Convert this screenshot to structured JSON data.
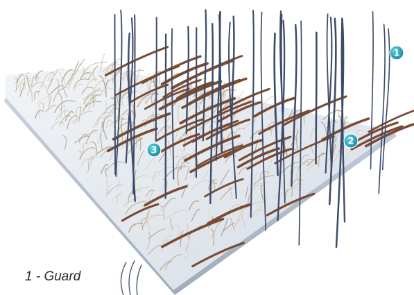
{
  "caption": "1 - Guard",
  "markers": [
    {
      "label": "1",
      "target": "guard-hair"
    },
    {
      "label": "2",
      "target": "awn-hair"
    },
    {
      "label": "3",
      "target": "down-hair"
    }
  ],
  "colors": {
    "background": "#ffffff",
    "skin": "#e4e9ef",
    "skin_edge": "#b9c3cf",
    "guard_hair": "#3d4b6b",
    "awn_hair": "#7a4b33",
    "down_hair": "#b7a992",
    "marker": "#1aa5bd"
  }
}
